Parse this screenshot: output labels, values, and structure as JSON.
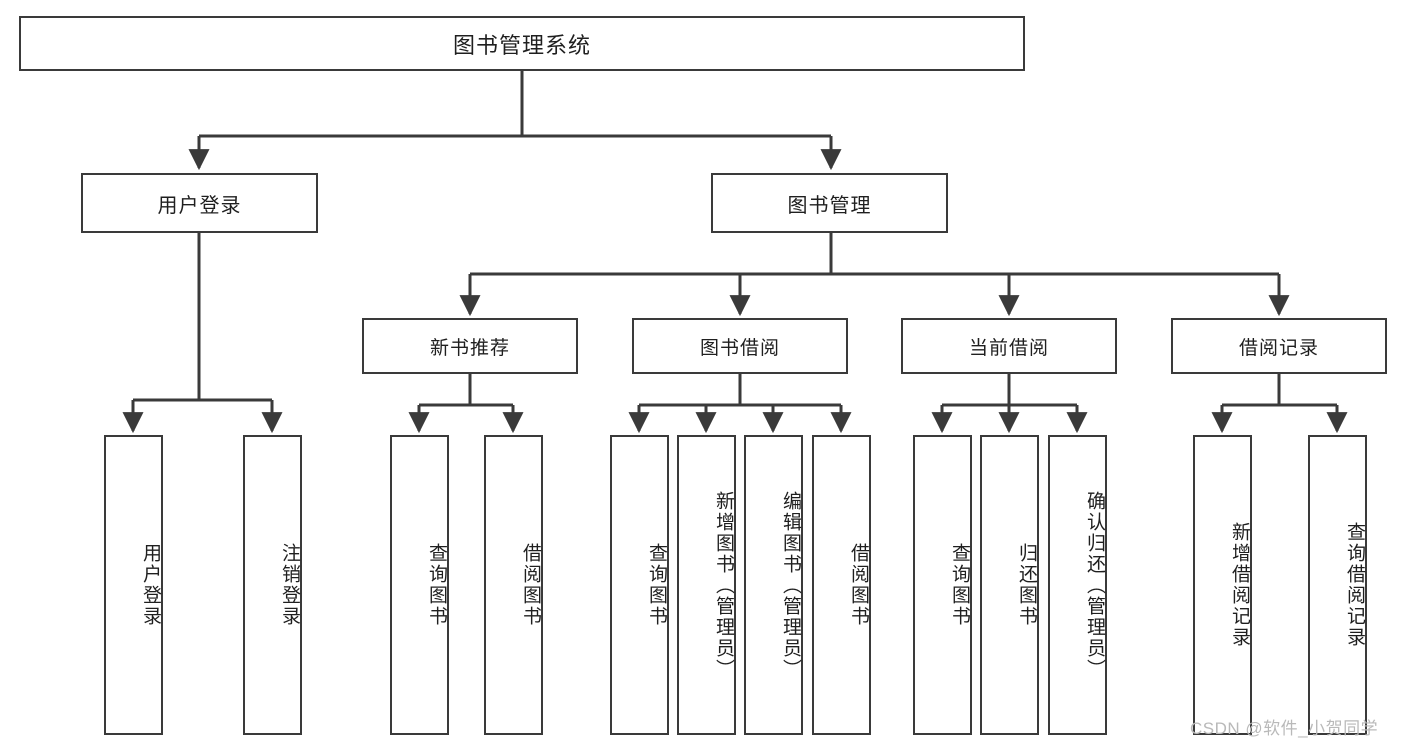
{
  "diagram": {
    "title": "图书管理系统",
    "type": "tree-structure-diagram",
    "line_color": "#3a3a3a",
    "box_fill": "#ffffff",
    "text_color": "#1f1f1f"
  },
  "root": {
    "label": "图书管理系统"
  },
  "level1": [
    {
      "label": "用户登录"
    },
    {
      "label": "图书管理"
    }
  ],
  "level2": [
    {
      "label": "新书推荐"
    },
    {
      "label": "图书借阅"
    },
    {
      "label": "当前借阅"
    },
    {
      "label": "借阅记录"
    }
  ],
  "leaves": {
    "user_login": [
      {
        "label": "用户登录"
      },
      {
        "label": "注销登录"
      }
    ],
    "new_book_recommend": [
      {
        "label": "查询图书"
      },
      {
        "label": "借阅图书"
      }
    ],
    "book_borrow": [
      {
        "label": "查询图书"
      },
      {
        "label": "新增图书（管理员）"
      },
      {
        "label": "编辑图书（管理员）"
      },
      {
        "label": "借阅图书"
      }
    ],
    "current_borrow": [
      {
        "label": "查询图书"
      },
      {
        "label": "归还图书"
      },
      {
        "label": "确认归还（管理员）"
      }
    ],
    "borrow_record": [
      {
        "label": "新增借阅记录"
      },
      {
        "label": "查询借阅记录"
      }
    ]
  },
  "watermark": {
    "text": "CSDN @软件_小贺同学",
    "color": "#b9b9b9"
  }
}
